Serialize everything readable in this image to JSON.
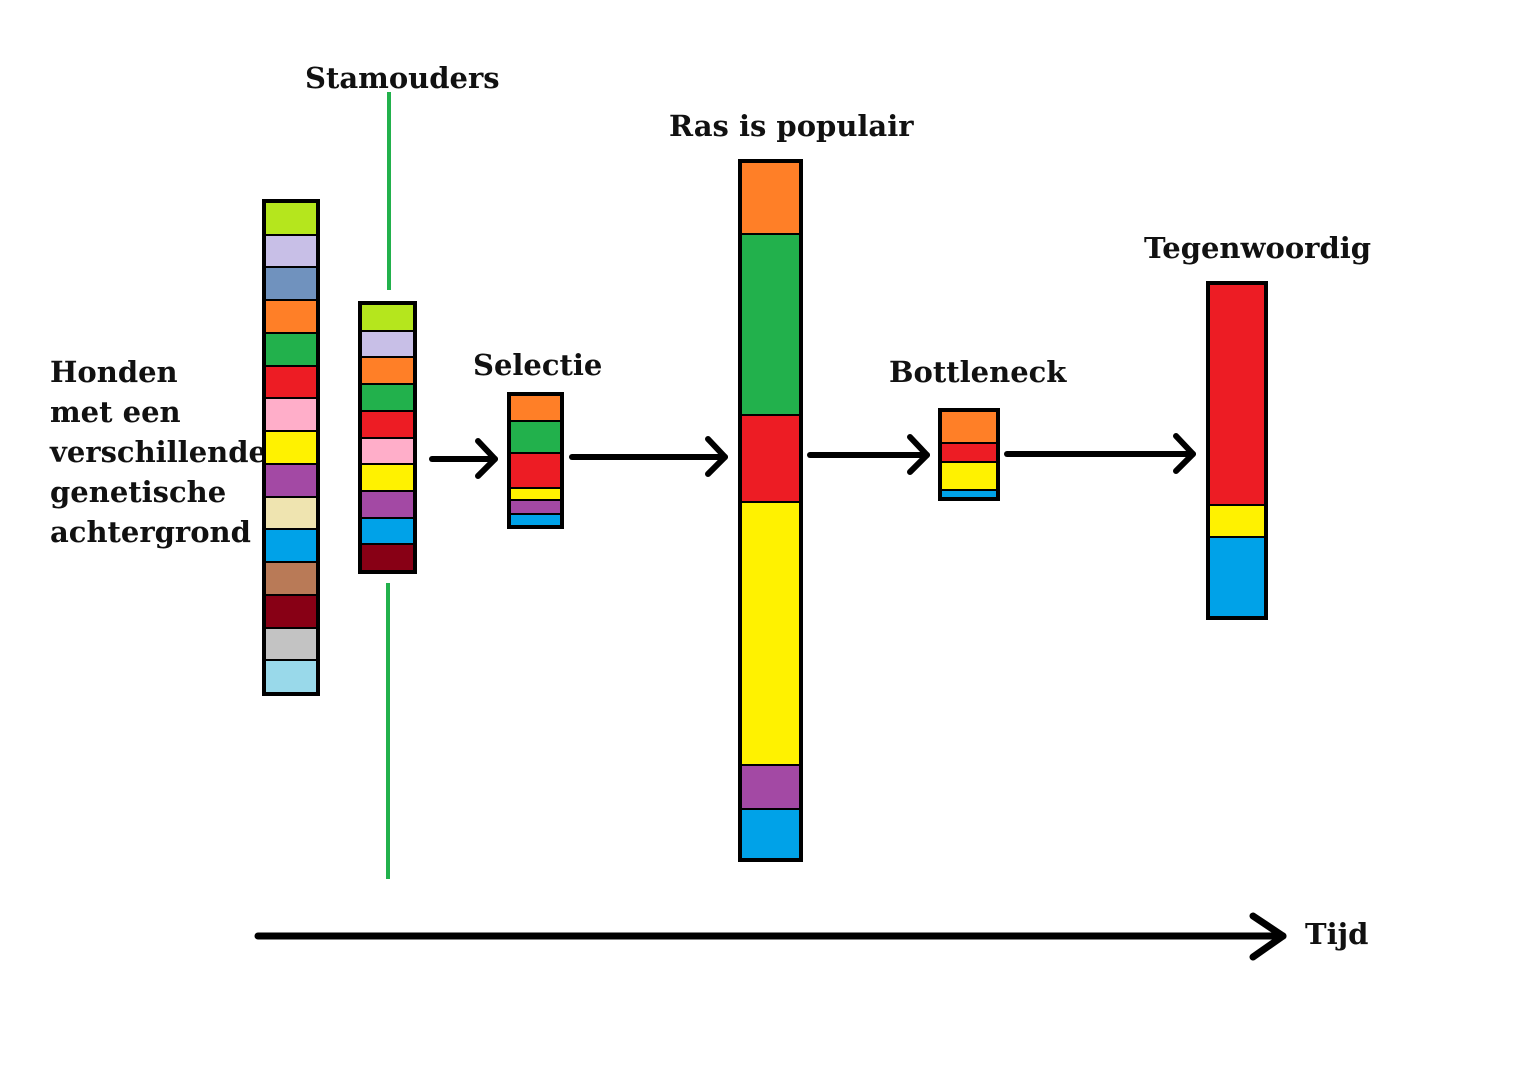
{
  "labels": {
    "intro": [
      "Honden",
      "met een",
      "verschillende",
      "genetische",
      "achtergrond"
    ],
    "stamouders": "Stamouders",
    "selectie": "Selectie",
    "ras_populair": "Ras is populair",
    "bottleneck": "Bottleneck",
    "tegenwoordig": "Tegenwoordig",
    "tijd": "Tijd"
  },
  "colors": {
    "arrow": "#000000",
    "founder_line": "#22b14c"
  },
  "stages": [
    {
      "id": "original-population",
      "segments": [
        {
          "color": "#b5e61d",
          "weight": 1
        },
        {
          "color": "#c8bfe7",
          "weight": 1
        },
        {
          "color": "#7092be",
          "weight": 1
        },
        {
          "color": "#ff7f27",
          "weight": 1
        },
        {
          "color": "#22b14c",
          "weight": 1
        },
        {
          "color": "#ed1c24",
          "weight": 1
        },
        {
          "color": "#ffaec9",
          "weight": 1
        },
        {
          "color": "#fff200",
          "weight": 1
        },
        {
          "color": "#a349a4",
          "weight": 1
        },
        {
          "color": "#efe4b0",
          "weight": 1
        },
        {
          "color": "#00a2e8",
          "weight": 1
        },
        {
          "color": "#b97a57",
          "weight": 1
        },
        {
          "color": "#880015",
          "weight": 1
        },
        {
          "color": "#c3c3c3",
          "weight": 1
        },
        {
          "color": "#99d9ea",
          "weight": 1
        }
      ]
    },
    {
      "id": "founders",
      "segments": [
        {
          "color": "#b5e61d",
          "weight": 1
        },
        {
          "color": "#c8bfe7",
          "weight": 1
        },
        {
          "color": "#ff7f27",
          "weight": 1
        },
        {
          "color": "#22b14c",
          "weight": 1
        },
        {
          "color": "#ed1c24",
          "weight": 1
        },
        {
          "color": "#ffaec9",
          "weight": 1
        },
        {
          "color": "#fff200",
          "weight": 1
        },
        {
          "color": "#a349a4",
          "weight": 1
        },
        {
          "color": "#00a2e8",
          "weight": 1
        },
        {
          "color": "#880015",
          "weight": 1
        }
      ]
    },
    {
      "id": "selection",
      "segments": [
        {
          "color": "#ff7f27",
          "weight": 24
        },
        {
          "color": "#22b14c",
          "weight": 30
        },
        {
          "color": "#ed1c24",
          "weight": 34
        },
        {
          "color": "#fff200",
          "weight": 10
        },
        {
          "color": "#a349a4",
          "weight": 12
        },
        {
          "color": "#00a2e8",
          "weight": 10
        }
      ]
    },
    {
      "id": "popular",
      "segments": [
        {
          "color": "#ff7f27",
          "weight": 70
        },
        {
          "color": "#22b14c",
          "weight": 180
        },
        {
          "color": "#ed1c24",
          "weight": 86
        },
        {
          "color": "#fff200",
          "weight": 262
        },
        {
          "color": "#a349a4",
          "weight": 43
        },
        {
          "color": "#00a2e8",
          "weight": 48
        }
      ]
    },
    {
      "id": "bottleneck",
      "segments": [
        {
          "color": "#ff7f27",
          "weight": 30
        },
        {
          "color": "#ed1c24",
          "weight": 17
        },
        {
          "color": "#fff200",
          "weight": 26
        },
        {
          "color": "#00a2e8",
          "weight": 6
        }
      ]
    },
    {
      "id": "present",
      "segments": [
        {
          "color": "#ed1c24",
          "weight": 218
        },
        {
          "color": "#fff200",
          "weight": 30
        },
        {
          "color": "#00a2e8",
          "weight": 78
        }
      ]
    }
  ]
}
